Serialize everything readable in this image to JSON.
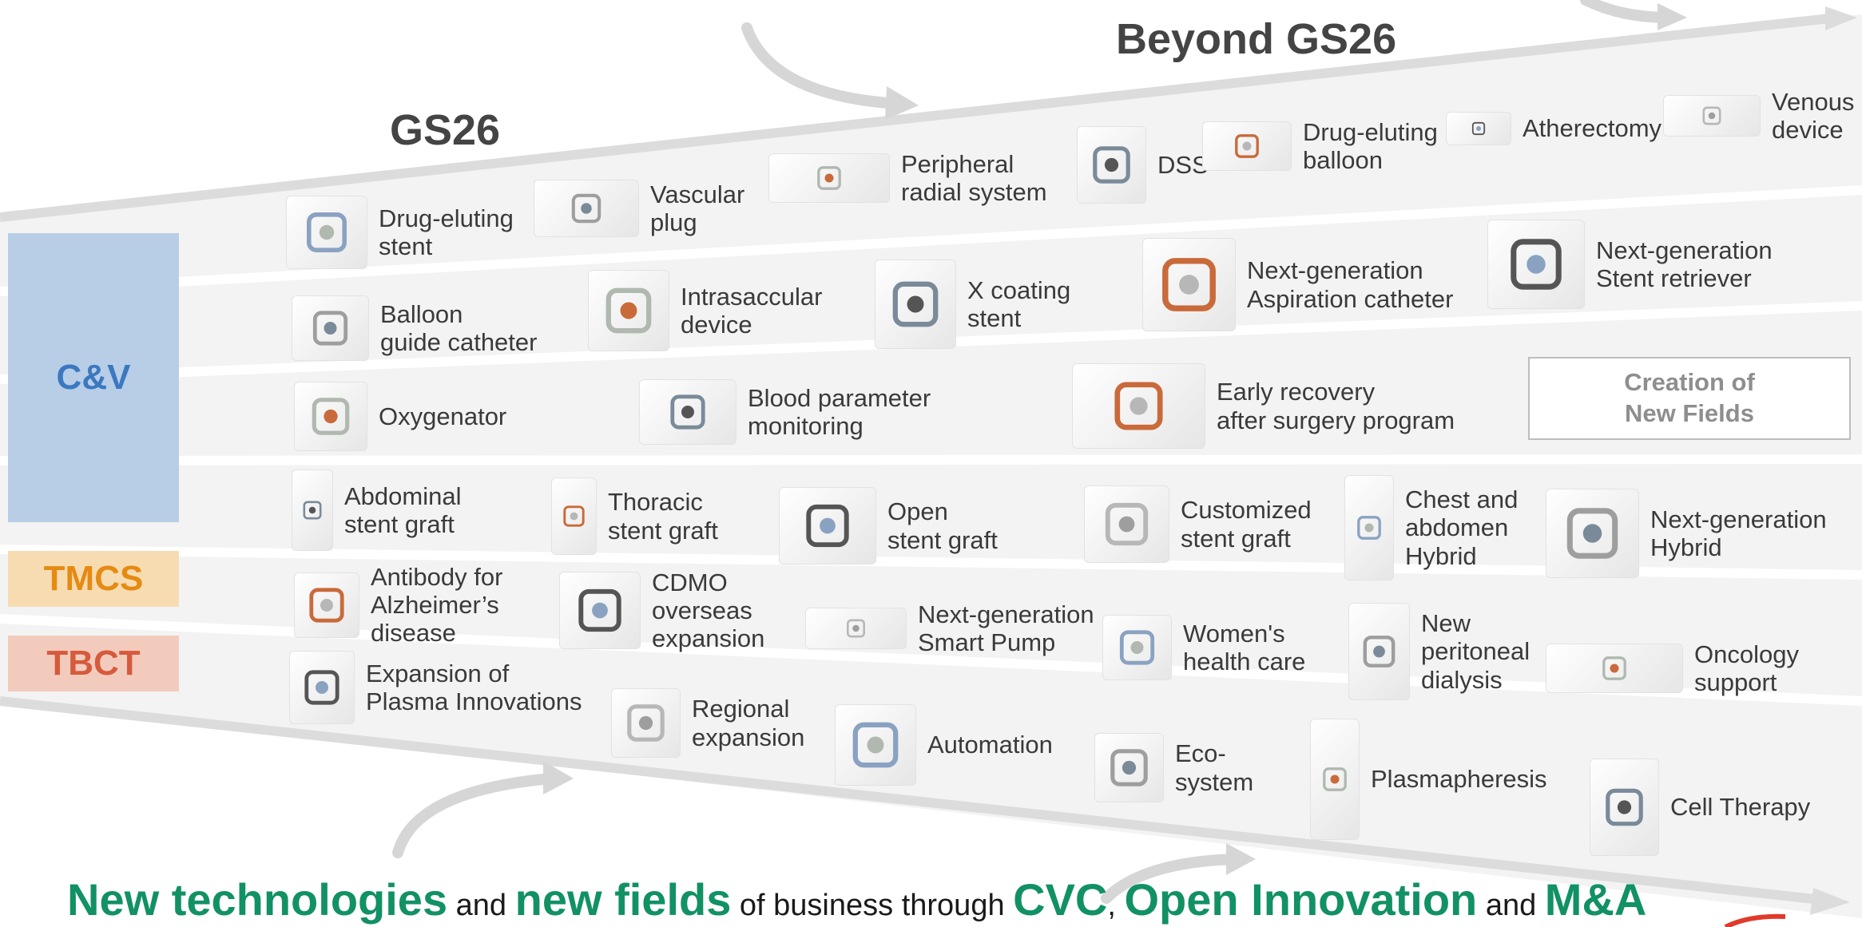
{
  "headings": {
    "gs26": "GS26",
    "beyond": "Beyond GS26"
  },
  "sidebar": [
    {
      "label": "C&V",
      "color": "#3b78c0",
      "bg": "#b8cde6"
    },
    {
      "label": "TMCS",
      "color": "#e68a12",
      "bg": "#f7dcb2"
    },
    {
      "label": "TBCT",
      "color": "#d65a3c",
      "bg": "#f3cbbd"
    }
  ],
  "rows": [
    {
      "items": [
        {
          "label": "Drug-eluting\nstent",
          "icon": "stent-icon"
        },
        {
          "label": "Vascular\nplug",
          "icon": "vascular-plug-icon"
        },
        {
          "label": "Peripheral\nradial system",
          "icon": "guidewire-icon"
        },
        {
          "label": "DSS",
          "icon": "dss-cart-icon"
        },
        {
          "label": "Drug-eluting\nballoon",
          "icon": "balloon-icon"
        },
        {
          "label": "Atherectomy",
          "icon": "atherectomy-icon"
        },
        {
          "label": "Venous\ndevice",
          "icon": "venous-device-icon"
        }
      ]
    },
    {
      "items": [
        {
          "label": "Balloon\nguide catheter",
          "icon": "catheter-icon"
        },
        {
          "label": "Intrasaccular\ndevice",
          "icon": "intrasaccular-icon"
        },
        {
          "label": "X coating\nstent",
          "icon": "coated-stent-icon"
        },
        {
          "label": "Next-generation\nAspiration catheter",
          "icon": "aspiration-catheter-icon"
        },
        {
          "label": "Next-generation\nStent retriever",
          "icon": "stent-retriever-icon"
        }
      ]
    },
    {
      "items": [
        {
          "label": "Oxygenator",
          "icon": "oxygenator-icon"
        },
        {
          "label": "Blood parameter\nmonitoring",
          "icon": "monitor-icon"
        },
        {
          "label": "Early recovery\nafter surgery program",
          "icon": "tablet-icon"
        }
      ]
    },
    {
      "items": [
        {
          "label": "Abdominal\nstent graft",
          "icon": "abdominal-graft-icon"
        },
        {
          "label": "Thoracic\nstent graft",
          "icon": "thoracic-graft-icon"
        },
        {
          "label": "Open\nstent graft",
          "icon": "open-graft-icon"
        },
        {
          "label": "Customized\nstent graft",
          "icon": "anatomy-icon"
        },
        {
          "label": "Chest and\nabdomen\nHybrid",
          "icon": "hybrid-graft-icon"
        },
        {
          "label": "Next-generation\nHybrid",
          "icon": "blue-graft-icon"
        }
      ]
    },
    {
      "items": [
        {
          "label": "Antibody for\nAlzheimer’s\ndisease",
          "icon": "syringe-icon"
        },
        {
          "label": "CDMO\noverseas\nexpansion",
          "icon": "test-tubes-icon"
        },
        {
          "label": "Next-generation\nSmart Pump",
          "icon": "pump-icon"
        },
        {
          "label": "Women's\nhealth care",
          "icon": "handheld-device-icon"
        },
        {
          "label": "New\nperitoneal\ndialysis",
          "icon": "dialysis-bag-icon"
        },
        {
          "label": "Oncology\nsupport",
          "icon": "oncology-icon"
        }
      ]
    },
    {
      "items": [
        {
          "label": "Expansion of\nPlasma Innovations",
          "icon": "plasma-machine-icon"
        },
        {
          "label": "Regional\nexpansion",
          "icon": "globe-icon"
        },
        {
          "label": "Automation",
          "icon": "centrifuge-icon"
        },
        {
          "label": "Eco-\nsystem",
          "icon": "recycle-icon"
        },
        {
          "label": "Plasmapheresis",
          "icon": "plasmapheresis-icon"
        },
        {
          "label": "Cell Therapy",
          "icon": "cell-therapy-icon"
        }
      ]
    }
  ],
  "new_fields_box": "Creation of\nNew Fields",
  "tagline": {
    "p1": "New technologies",
    "p2": " and ",
    "p3": "new fields",
    "p4": " of business through ",
    "p5": "CVC",
    "p6": ", ",
    "p7": "Open Innovation",
    "p8": " and ",
    "p9": "M&A"
  }
}
